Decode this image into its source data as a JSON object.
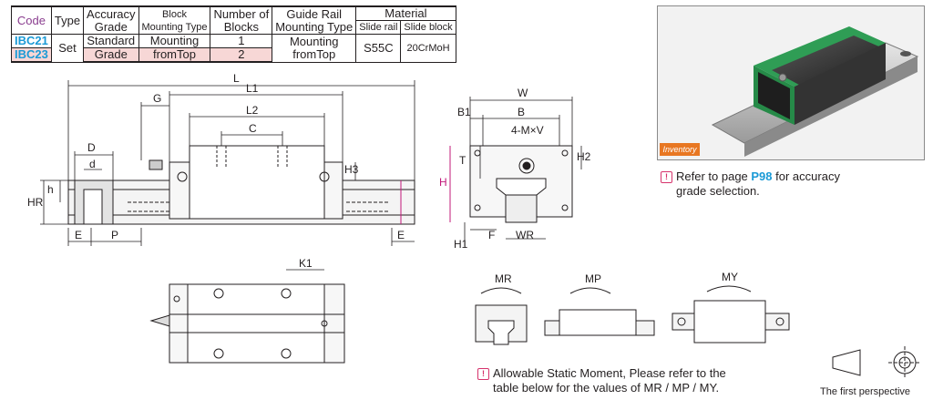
{
  "table": {
    "headers": {
      "code": "Code",
      "type": "Type",
      "accuracy": [
        "Accuracy",
        "Grade"
      ],
      "block_mounting": [
        "Block",
        "Mounting Type"
      ],
      "num_blocks": [
        "Number of",
        "Blocks"
      ],
      "guide_rail": [
        "Guide Rail",
        "Mounting Type"
      ],
      "material": "Material",
      "slide_rail": "Slide rail",
      "slide_block": "Slide block"
    },
    "rows": [
      {
        "code": "IBC21",
        "blocks": "1"
      },
      {
        "code": "IBC23",
        "blocks": "2"
      }
    ],
    "type": "Set",
    "accuracy": [
      "Standard",
      "Grade"
    ],
    "block_mounting": [
      "Mounting",
      "fromTop"
    ],
    "guide_rail": [
      "Mounting",
      "fromTop"
    ],
    "slide_rail_material": "S55C",
    "slide_block_material": "20CrMoH"
  },
  "photo": {
    "badge": "Inventory"
  },
  "notes": {
    "accuracy_prefix": "Refer to page ",
    "accuracy_page": "P98",
    "accuracy_suffix": " for accuracy",
    "accuracy_line2": "grade selection.",
    "moment_line1": "Allowable Static Moment, Please refer to the",
    "moment_line2": "table below for the values of MR / MP / MY."
  },
  "dims": {
    "L": "L",
    "L1": "L1",
    "L2": "L2",
    "C": "C",
    "G": "G",
    "D": "D",
    "d": "d",
    "h": "h",
    "HR": "HR",
    "H3": "H3",
    "E": "E",
    "P": "P",
    "W": "W",
    "B": "B",
    "B1": "B1",
    "MV": "4-M×V",
    "T": "T",
    "H": "H",
    "H2": "H2",
    "H1": "H1",
    "F": "F",
    "WR": "WR",
    "K1": "K1"
  },
  "moments": {
    "MR": "MR",
    "MP": "MP",
    "MY": "MY"
  },
  "perspective": "The first perspective",
  "colors": {
    "code": "#1a9ad6",
    "highlight": "#f7d7d6",
    "header_code": "#8a3d8f",
    "dim_magenta": "#c2187a",
    "badge": "#e87722",
    "green": "#2f9d55"
  }
}
